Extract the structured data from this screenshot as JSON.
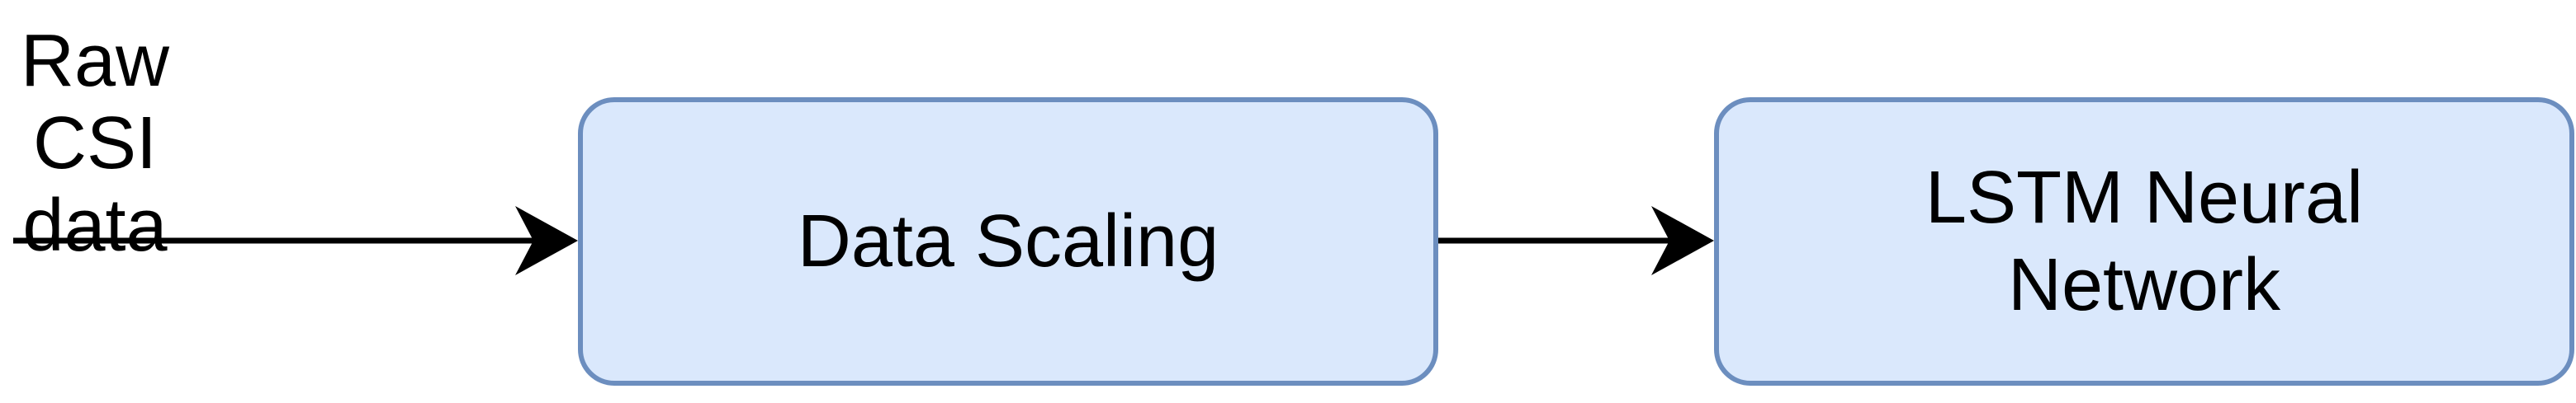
{
  "diagram": {
    "input": {
      "label_lines": [
        "Raw CSI",
        "data"
      ]
    },
    "nodes": [
      {
        "id": "data-scaling",
        "label_lines": [
          "Data Scaling"
        ]
      },
      {
        "id": "lstm-neural-network",
        "label_lines": [
          "LSTM Neural",
          "Network"
        ]
      }
    ],
    "edges": [
      {
        "from": "input",
        "to": "data-scaling"
      },
      {
        "from": "data-scaling",
        "to": "lstm-neural-network"
      }
    ],
    "colors": {
      "box_fill": "#dae8fc",
      "box_border": "#6c8ebf",
      "arrow": "#000000"
    }
  }
}
